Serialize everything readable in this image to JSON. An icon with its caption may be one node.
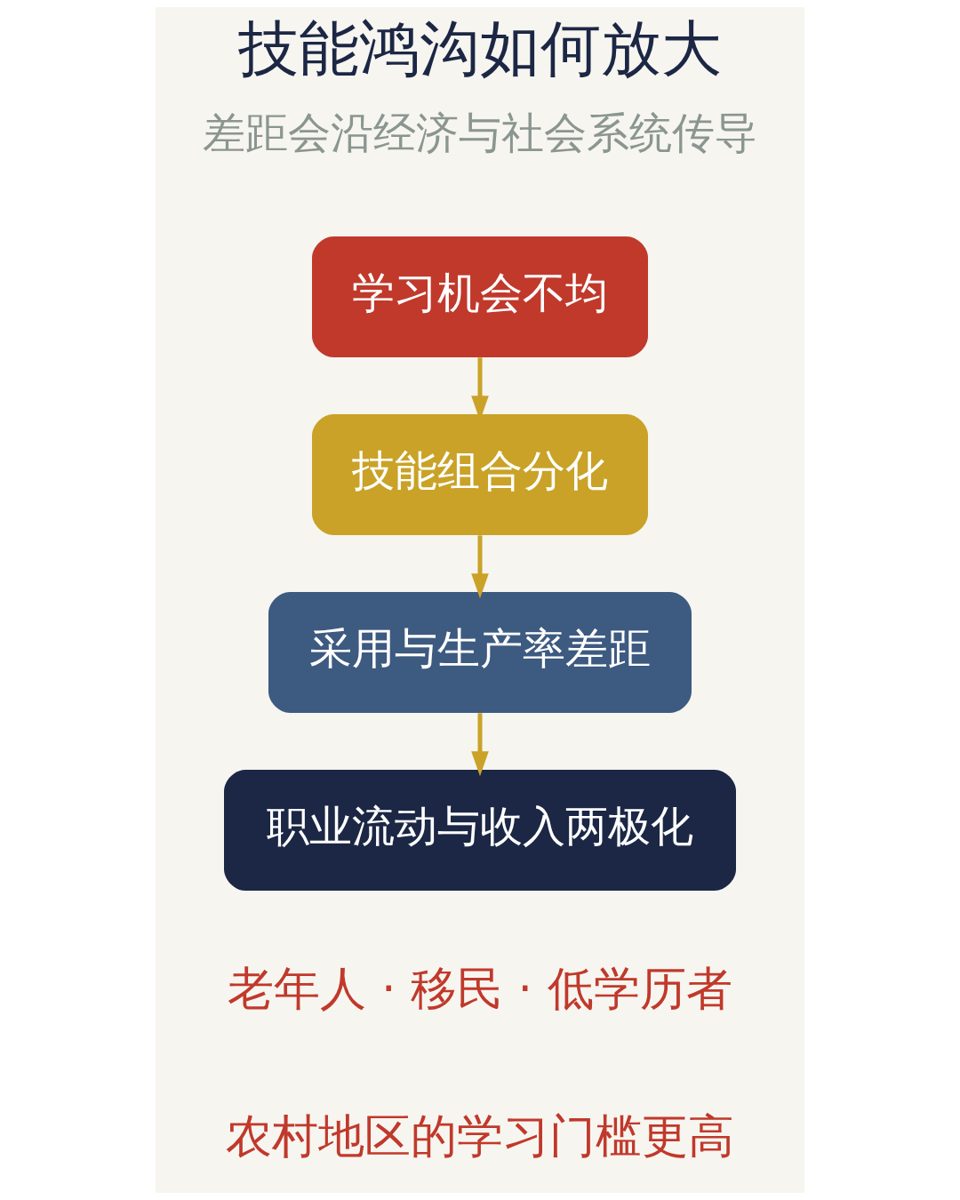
{
  "diagram": {
    "title": "技能鸿沟如何放大",
    "nodes": [
      {
        "text": [
          "学习机会不均"
        ]
      },
      {
        "text": [
          "技能组合分化"
        ]
      },
      {
        "text": [
          "采用与生产率差距"
        ]
      },
      {
        "text": [
          "职业流动与收入两极化"
        ]
      }
    ],
    "edges": [
      {
        "from": 0,
        "to": 1,
        "arrow": "to"
      },
      {
        "from": 1,
        "to": 2,
        "arrow": "to"
      },
      {
        "from": 2,
        "to": 3,
        "arrow": "to"
      }
    ],
    "labels": [
      "差距会沿经济与社会系统传导",
      "老年人 · 移民 · 低学历者",
      "农村地区的学习门槛更高"
    ]
  }
}
